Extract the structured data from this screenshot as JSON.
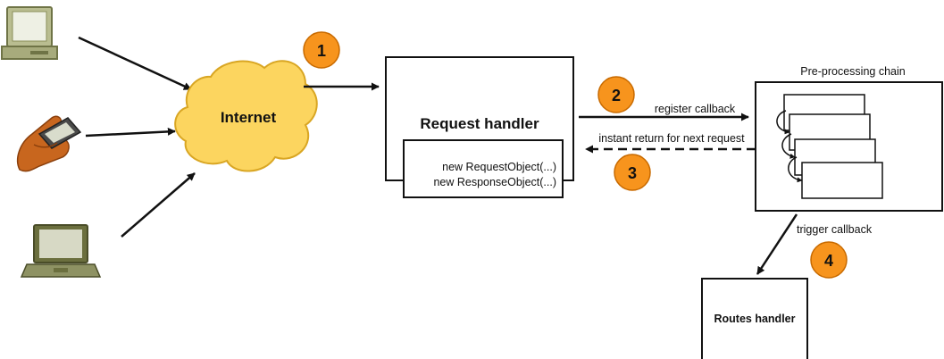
{
  "labels": {
    "internet": "Internet",
    "request_handler": "Request handler",
    "new_request_object": "new RequestObject(...)",
    "new_response_object": "new ResponseObject(...)",
    "register_callback": "register callback",
    "instant_return": "instant return for next request",
    "preprocessing_chain": "Pre-processing chain",
    "trigger_callback": "trigger callback",
    "routes_handler": "Routes handler"
  },
  "steps": [
    "1",
    "2",
    "3",
    "4"
  ],
  "colors": {
    "badge_fill": "#f7941d",
    "badge_stroke": "#c86a00",
    "cloud_fill": "#fcd55f",
    "cloud_stroke": "#d9a623",
    "line": "#111111",
    "device_frame": "#8a8f5a",
    "screen": "#e8eadf"
  },
  "icons": [
    "desktop-computer-icon",
    "handheld-device-icon",
    "laptop-icon"
  ]
}
